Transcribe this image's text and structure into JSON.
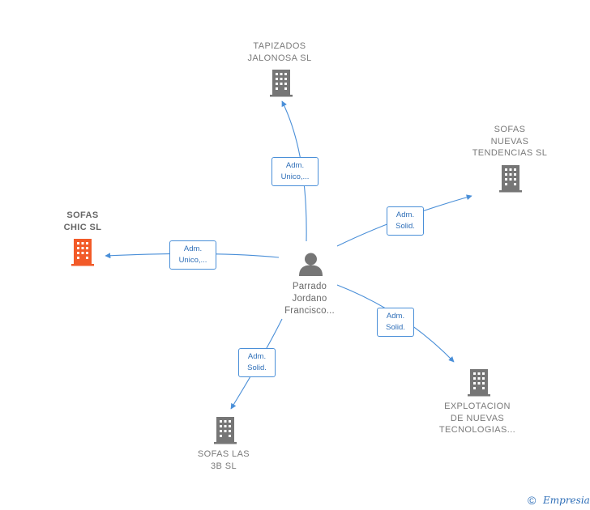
{
  "center": {
    "name": "Parrado\nJordano\nFrancisco..."
  },
  "companies": [
    {
      "key": "tapizados",
      "name": "TAPIZADOS\nJALONOSA  SL",
      "relation": "Adm.\nUnico,..."
    },
    {
      "key": "sofas_nuevas",
      "name": "SOFAS\nNUEVAS\nTENDENCIAS SL",
      "relation": "Adm.\nSolid."
    },
    {
      "key": "sofas_chic",
      "name": "SOFAS\nCHIC  SL",
      "relation": "Adm.\nUnico,...",
      "highlight": true
    },
    {
      "key": "explotacion",
      "name": "EXPLOTACION\nDE NUEVAS\nTECNOLOGIAS...",
      "relation": "Adm.\nSolid."
    },
    {
      "key": "sofas_3b",
      "name": "SOFAS LAS\n3B SL",
      "relation": "Adm.\nSolid."
    }
  ],
  "colors": {
    "edge": "#4a8fd8",
    "building_default": "#767676",
    "building_highlight": "#f25a28",
    "person": "#767676",
    "label_text": "#7a7a7a"
  },
  "footer": {
    "copyright_symbol": "©",
    "brand": "Empresia"
  }
}
